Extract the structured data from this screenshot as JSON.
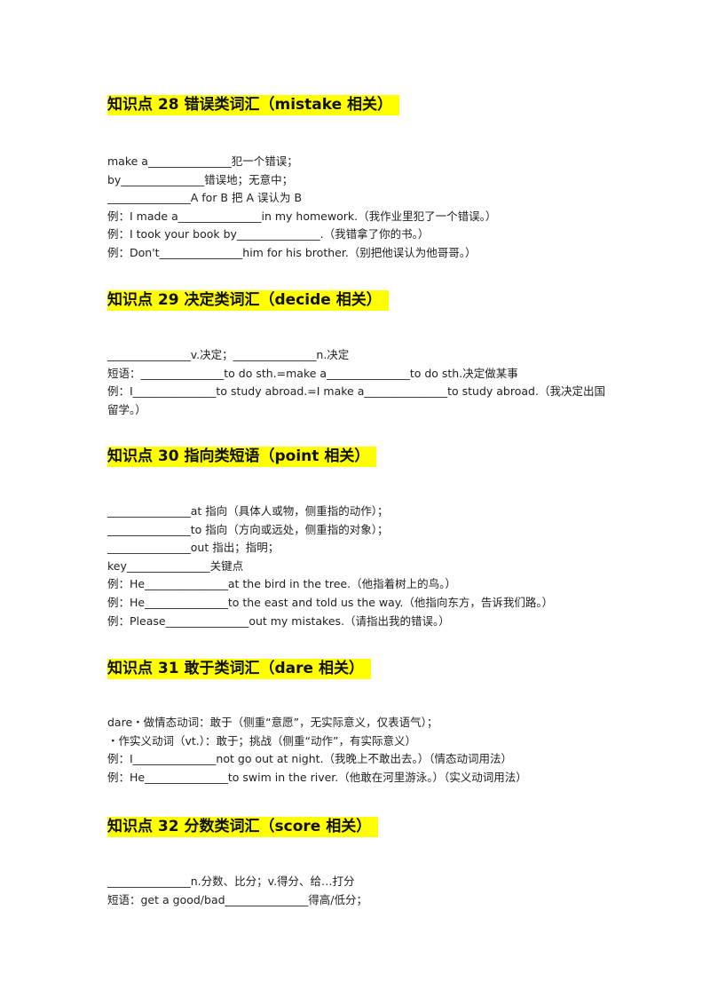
{
  "sections": [
    {
      "heading": "知识点 28 错误类词汇（mistake 相关）",
      "lines": [
        "make a_______________犯一个错误；",
        "by_______________错误地；无意中；",
        "_______________A for B 把 A 误认为 B",
        "例：I made a_______________in my homework.（我作业里犯了一个错误。）",
        "例：I took your book by_______________.（我错拿了你的书。）",
        "例：Don't_______________him for his brother.（别把他误认为他哥哥。）"
      ]
    },
    {
      "heading": "知识点 29 决定类词汇（decide 相关）",
      "lines": [
        "_______________v.决定；_______________n.决定",
        "短语：_______________to do sth.=make a_______________to do sth.决定做某事",
        "例：I_______________to study abroad.=I make a_______________to study abroad.（我决定出国留学。）"
      ]
    },
    {
      "heading": "知识点 30 指向类短语（point 相关）",
      "lines": [
        "_______________at 指向（具体人或物，侧重指的动作）；",
        "_______________to 指向（方向或远处，侧重指的对象）；",
        "_______________out 指出；指明；",
        "key_______________关键点",
        "例：He_______________at the bird in the tree.（他指着树上的鸟。）",
        "例：He_______________to the east and told us the way.（他指向东方，告诉我们路。）",
        "例：Please_______________out my mistakes.（请指出我的错误。）"
      ]
    },
    {
      "heading": "知识点 31 敢于类词汇（dare 相关）",
      "lines": [
        "dare・做情态动词：敢于（侧重“意愿”，无实际意义，仅表语气）；",
        "・作实义动词（vt.）：敢于；挑战（侧重“动作”，有实际意义）",
        "例：I_______________not go out at night.（我晚上不敢出去。）（情态动词用法）",
        "例：He_______________to swim in the river.（他敢在河里游泳。）（实义动词用法）"
      ]
    },
    {
      "heading": "知识点 32 分数类词汇（score 相关）",
      "lines": [
        "_______________n.分数、比分；v.得分、给…打分",
        "短语：get a good/bad_______________得高/低分；"
      ]
    }
  ]
}
